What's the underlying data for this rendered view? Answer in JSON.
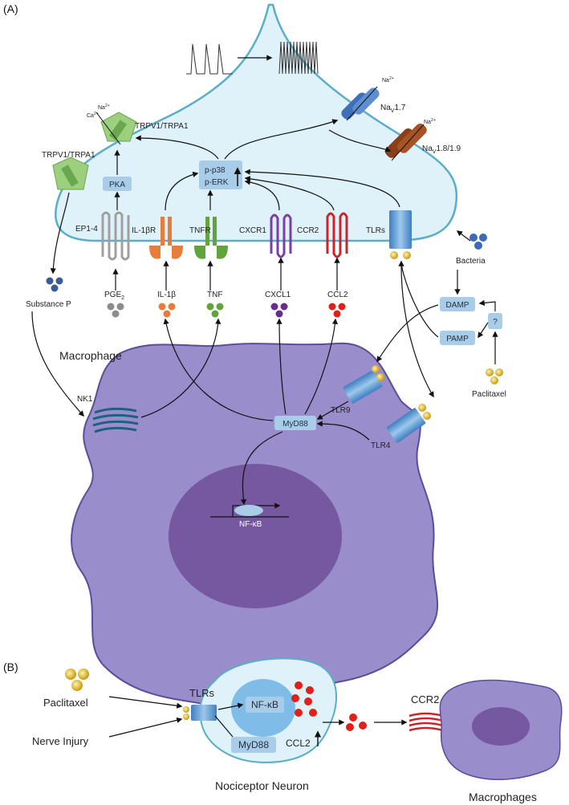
{
  "panel_a": {
    "label": "(A)",
    "cell_types": {
      "macrophage": "Macrophage"
    },
    "channels": {
      "trpv1_top": "TRPV1/TRPA1",
      "trpv1_left": "TRPV1/TRPA1",
      "nav17_ion": "Na",
      "nav17_ion_sup": "2+",
      "nav17": "Na",
      "nav17_sub": "V",
      "nav17_rest": "1.7",
      "nav18_ion": "Na",
      "nav18_ion_sup": "2+",
      "nav18": "Na",
      "nav18_sub": "V",
      "nav18_rest": "1.8/1.9",
      "trpv_na": "Na",
      "trpv_na_sup": "2+",
      "trpv_ca": "Ca",
      "trpv_ca_sup": "2+"
    },
    "boxes": {
      "pka": "PKA",
      "p38": "p-p38",
      "erk": "p-ERK",
      "damp": "DAMP",
      "pamp": "PAMP",
      "unknown": "?",
      "myd88": "MyD88",
      "nfkb": "NF-κB"
    },
    "receptors": {
      "ep": "EP1-4",
      "il1br": "IL-1βR",
      "tnfr": "TNFR",
      "cxcr1": "CXCR1",
      "ccr2": "CCR2",
      "tlrs": "TLRs",
      "nk1": "NK1",
      "tlr9": "TLR9",
      "tlr4": "TLR4"
    },
    "ligands": {
      "substance_p": "Substance P",
      "pge2": "PGE",
      "pge2_sub": "2",
      "il1b": "IL-1β",
      "tnf": "TNF",
      "cxcl1": "CXCL1",
      "ccl2": "CCL2",
      "bacteria": "Bacteria",
      "paclitaxel": "Paclitaxel"
    }
  },
  "panel_b": {
    "label": "(B)",
    "paclitaxel": "Paclitaxel",
    "nerve_injury": "Nerve Injury",
    "tlrs": "TLRs",
    "nfkb": "NF-κB",
    "myd88": "MyD88",
    "ccl2": "CCL2",
    "ccr2": "CCR2",
    "neuron": "Nociceptor Neuron",
    "macrophages": "Macrophages"
  },
  "colors": {
    "neuron_fill": "#dff2fa",
    "neuron_stroke": "#5aaec8",
    "macrophage_fill": "#9a8dcc",
    "macrophage_stroke": "#5c4c99",
    "nucleus_fill": "#7558a0",
    "box_fill": "#a9cde8",
    "trpv": "#9ccf7e",
    "il1": "#e87c3a",
    "tnf": "#62a43c",
    "cxcr": "#7a3ea5",
    "ccr2": "#c8242a",
    "tlr": "#5b9bd5",
    "grey": "#a0a0a0",
    "nav17": "#3f6fb8",
    "nav18": "#8a3f1a",
    "gold": "#e0b020"
  }
}
